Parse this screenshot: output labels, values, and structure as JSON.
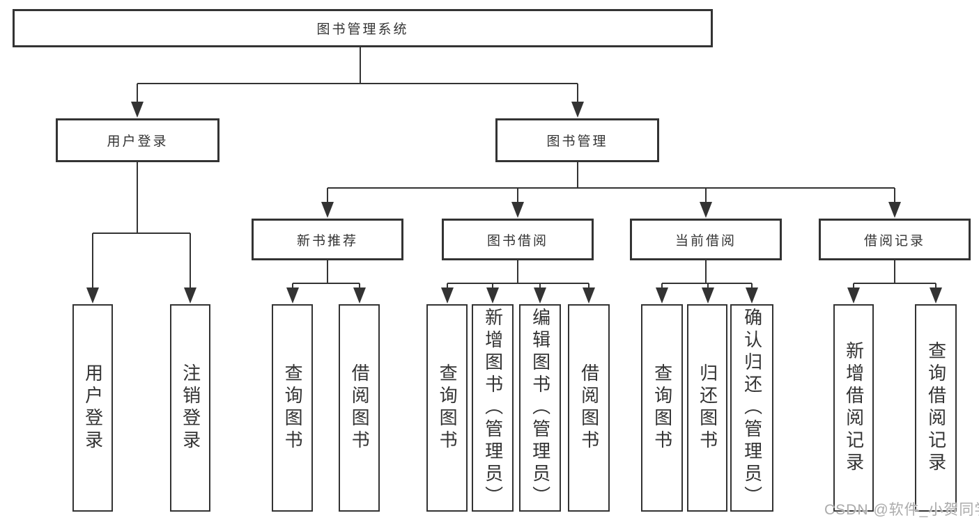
{
  "tree": {
    "label": "图书管理系统",
    "children": [
      {
        "label": "用户登录",
        "children": [
          {
            "label": "用户登录"
          },
          {
            "label": "注销登录"
          }
        ]
      },
      {
        "label": "图书管理",
        "children": [
          {
            "label": "新书推荐",
            "children": [
              {
                "label": "查询图书"
              },
              {
                "label": "借阅图书"
              }
            ]
          },
          {
            "label": "图书借阅",
            "children": [
              {
                "label": "查询图书"
              },
              {
                "label": "新增图书（管理员）"
              },
              {
                "label": "编辑图书（管理员）"
              },
              {
                "label": "借阅图书"
              }
            ]
          },
          {
            "label": "当前借阅",
            "children": [
              {
                "label": "查询图书"
              },
              {
                "label": "归还图书"
              },
              {
                "label": "确认归还（管理员）"
              }
            ]
          },
          {
            "label": "借阅记录",
            "children": [
              {
                "label": "新增借阅记录"
              },
              {
                "label": "查询借阅记录"
              }
            ]
          }
        ]
      }
    ]
  },
  "watermark": {
    "text": "CSDN @软件_小贺同学"
  },
  "colors": {
    "line": "#333333",
    "box_border": "#333333",
    "box_fill": "#ffffff",
    "text": "#333333",
    "watermark": "#ababab",
    "background": "#ffffff"
  }
}
